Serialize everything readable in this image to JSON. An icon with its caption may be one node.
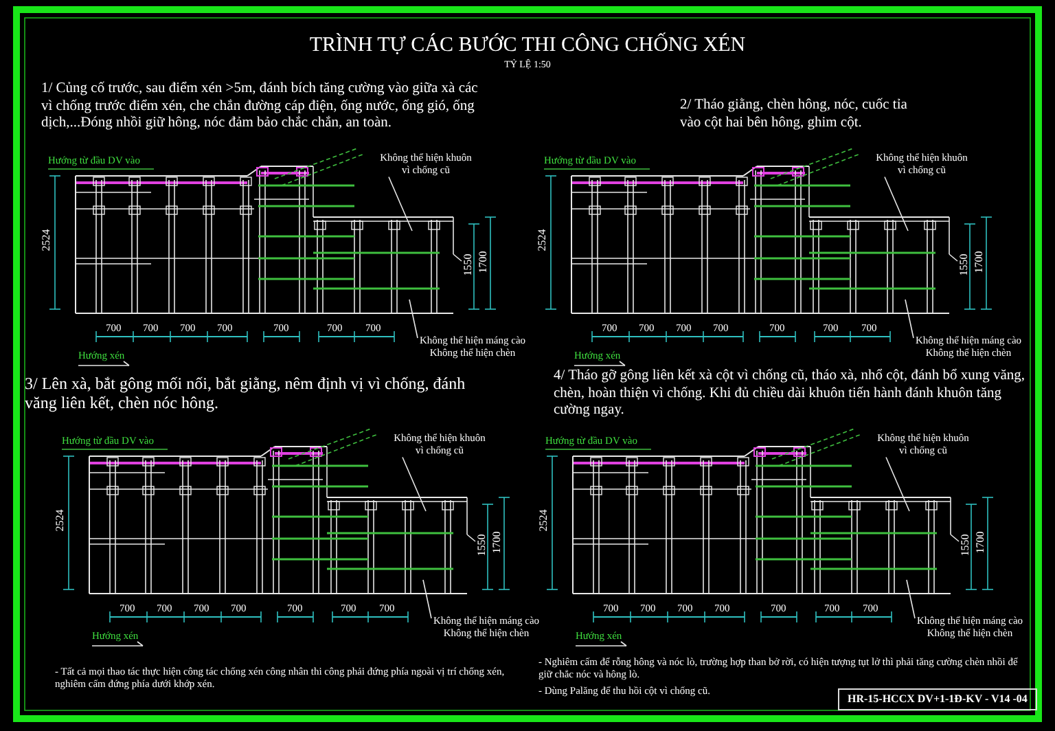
{
  "diagram": {
    "title": "TRÌNH TỰ CÁC BƯỚC THI CÔNG CHỐNG XÉN",
    "nodes": [
      {
        "text": [
          "Không thể hiện khuôn vì chống cũ"
        ]
      },
      {
        "text": [
          "Không thể hiện máng cào",
          "Không thể hiện chèn"
        ]
      },
      {
        "text": [
          "Không thể hiện khuôn vì chống cũ"
        ]
      },
      {
        "text": [
          "Không thể hiện máng cào",
          "Không thể hiện chèn"
        ]
      },
      {
        "text": [
          "Không thể hiện khuôn vì chống cũ"
        ]
      },
      {
        "text": [
          "Không thể hiện máng cào",
          "Không thể hiện chèn"
        ]
      },
      {
        "text": [
          "Không thể hiện khuôn vì chống cũ"
        ]
      },
      {
        "text": [
          "Không thể hiện máng cào",
          "Không thể hiện chèn"
        ]
      }
    ],
    "edges": [
      {
        "from": 0,
        "to": null,
        "arrow": "none"
      },
      {
        "from": 1,
        "to": null,
        "arrow": "none"
      },
      {
        "from": 2,
        "to": null,
        "arrow": "none"
      },
      {
        "from": 3,
        "to": null,
        "arrow": "none"
      },
      {
        "from": 4,
        "to": null,
        "arrow": "none"
      },
      {
        "from": 5,
        "to": null,
        "arrow": "none"
      },
      {
        "from": 6,
        "to": null,
        "arrow": "none"
      },
      {
        "from": 7,
        "to": null,
        "arrow": "none"
      }
    ],
    "labels": [
      "TỶ LỆ 1:50",
      "1/ Củng cố trước, sau điểm xén >5m, đánh bích tăng cường vào giữa xà các vì chống trước điểm xén, che chắn đường cáp điện, ống nước, ống gió, ống dịch,...Đóng nhồi giữ  hông, nóc đảm bảo chắc chắn, an toàn.",
      "2/ Tháo giằng, chèn hông, nóc, cuốc tỉa vào cột hai bên hông, ghim cột.",
      "Hướng từ đầu DV vào",
      "2524",
      "1550",
      "1700",
      "700",
      "700",
      "700",
      "700",
      "700",
      "700",
      "700",
      "Hướng xén",
      "Hướng từ đầu DV vào",
      "2524",
      "1550",
      "1700",
      "700",
      "700",
      "700",
      "700",
      "700",
      "700",
      "700",
      "Hướng xén",
      "3/ Lên xà, bắt gông mối nối, bắt giằng, nêm định vị vì chống, đánh văng liên kết, chèn nóc hông.",
      "4/ Tháo gỡ gông liên kết xà cột vì chống cũ, tháo xà, nhổ cột, đánh bổ xung văng, chèn, hoàn thiện vì chống. Khi đủ chiều dài khuôn tiến hành đánh khuôn tăng cường ngay.",
      "Hướng từ đầu DV vào",
      "2524",
      "1550",
      "1700",
      "700",
      "700",
      "700",
      "700",
      "700",
      "700",
      "700",
      "Hướng xén",
      "Hướng từ đầu DV vào",
      "2524",
      "1550",
      "1700",
      "700",
      "700",
      "700",
      "700",
      "700",
      "700",
      "700",
      "Hướng xén",
      "- Tất cả mọi thao tác thực hiện công tác chống xén công nhân thi công phải đứng phía ngoài vị trí chống xén, nghiêm cấm đứng phía dưới khớp xén.",
      "- Nghiêm cấm để rỗng hông và nóc lò, trường hợp than bở rời, có hiện tượng tụt lở thì phải tăng cường chèn nhồi để giữ chắc nóc và hông lò.",
      "- Dùng Palăng để thu hồi cột vì chống cũ.",
      "HR-15-HCCX DV+1-1Đ-KV - V14 -04"
    ]
  }
}
